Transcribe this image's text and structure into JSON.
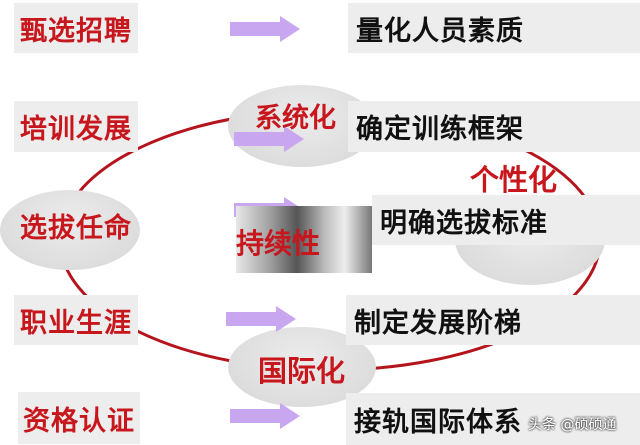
{
  "left_items": [
    "甄选招聘",
    "培训发展",
    "选拔任命",
    "职业生涯",
    "资格认证"
  ],
  "right_items": [
    "量化人员素质",
    "确定训练框架",
    "明确选拔标准",
    "制定发展阶梯",
    "接轨国际体系"
  ],
  "labels": {
    "systematic": "系统化",
    "personalized": "个性化",
    "sustainable": "持续性",
    "international": "国际化"
  },
  "watermark": "头条 @硕硕通",
  "colors": {
    "red": "#c8161d",
    "arrow": "#c9a6f0",
    "box": "#ededed"
  }
}
